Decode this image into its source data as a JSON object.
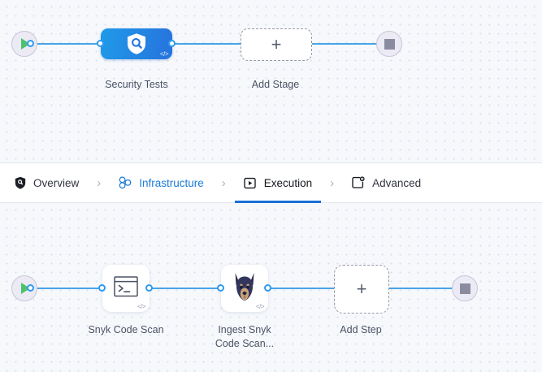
{
  "app": {
    "canvas_background": "#f6f8fc",
    "accent_color": "#1a6fd4",
    "connector_color": "#48a3e8",
    "node_gradient_from": "#1f9ae9",
    "node_gradient_to": "#2773dd"
  },
  "stage_graph": {
    "start_node": {
      "icon": "play-icon",
      "label": ""
    },
    "nodes": [
      {
        "id": "security-tests",
        "label": "Security Tests",
        "icon": "shield-search-icon",
        "badge": "</>",
        "type": "stage",
        "selected": true
      },
      {
        "id": "add-stage",
        "label": "Add Stage",
        "icon": "plus-icon",
        "type": "add"
      }
    ],
    "end_node": {
      "icon": "stop-icon",
      "label": ""
    }
  },
  "tabs": {
    "items": [
      {
        "id": "overview",
        "label": "Overview",
        "icon": "shield-icon",
        "state": "default"
      },
      {
        "id": "infrastructure",
        "label": "Infrastructure",
        "icon": "cluster-icon",
        "state": "link"
      },
      {
        "id": "execution",
        "label": "Execution",
        "icon": "play-box-icon",
        "state": "active"
      },
      {
        "id": "advanced",
        "label": "Advanced",
        "icon": "card-gear-icon",
        "state": "default"
      }
    ],
    "separator": "›"
  },
  "step_graph": {
    "start_node": {
      "icon": "play-icon",
      "label": ""
    },
    "nodes": [
      {
        "id": "snyk-code-scan",
        "label": "Snyk Code Scan",
        "icon": "terminal-icon",
        "badge": "</>",
        "type": "step"
      },
      {
        "id": "ingest-snyk-code-scan",
        "label": "Ingest Snyk\nCode Scan...",
        "label_line1": "Ingest Snyk",
        "label_line2": "Code Scan...",
        "icon": "snyk-doberman-icon",
        "badge": "</>",
        "type": "step"
      },
      {
        "id": "add-step",
        "label": "Add Step",
        "icon": "plus-icon",
        "type": "add"
      }
    ],
    "end_node": {
      "icon": "stop-icon",
      "label": ""
    }
  }
}
